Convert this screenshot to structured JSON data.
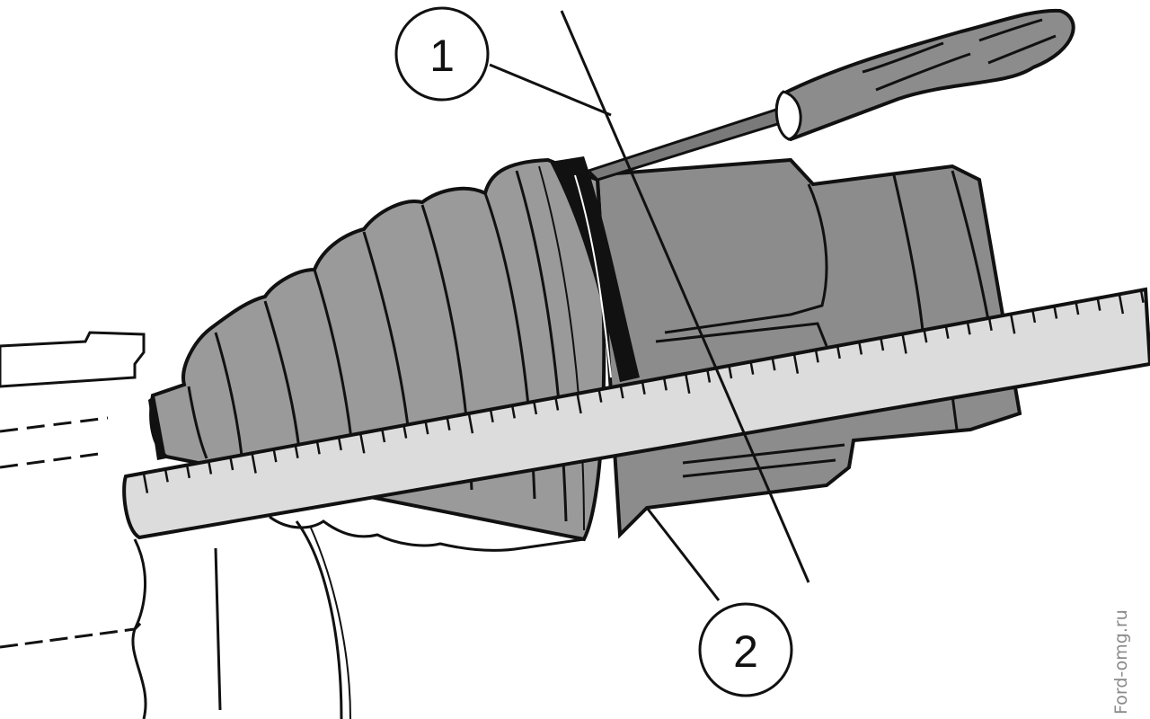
{
  "diagram": {
    "callouts": [
      {
        "label": "1",
        "target": "boot-clamp-band"
      },
      {
        "label": "2",
        "target": "joint-housing-edge"
      }
    ],
    "colors": {
      "boot": "#9a9a9a",
      "housing": "#8c8c8c",
      "ruler": "#dcdcdc",
      "outline": "#111111",
      "clamp": "#111111"
    },
    "tools": [
      "screwdriver-icon",
      "ruler-icon"
    ]
  },
  "watermark": "Ford-omg.ru"
}
